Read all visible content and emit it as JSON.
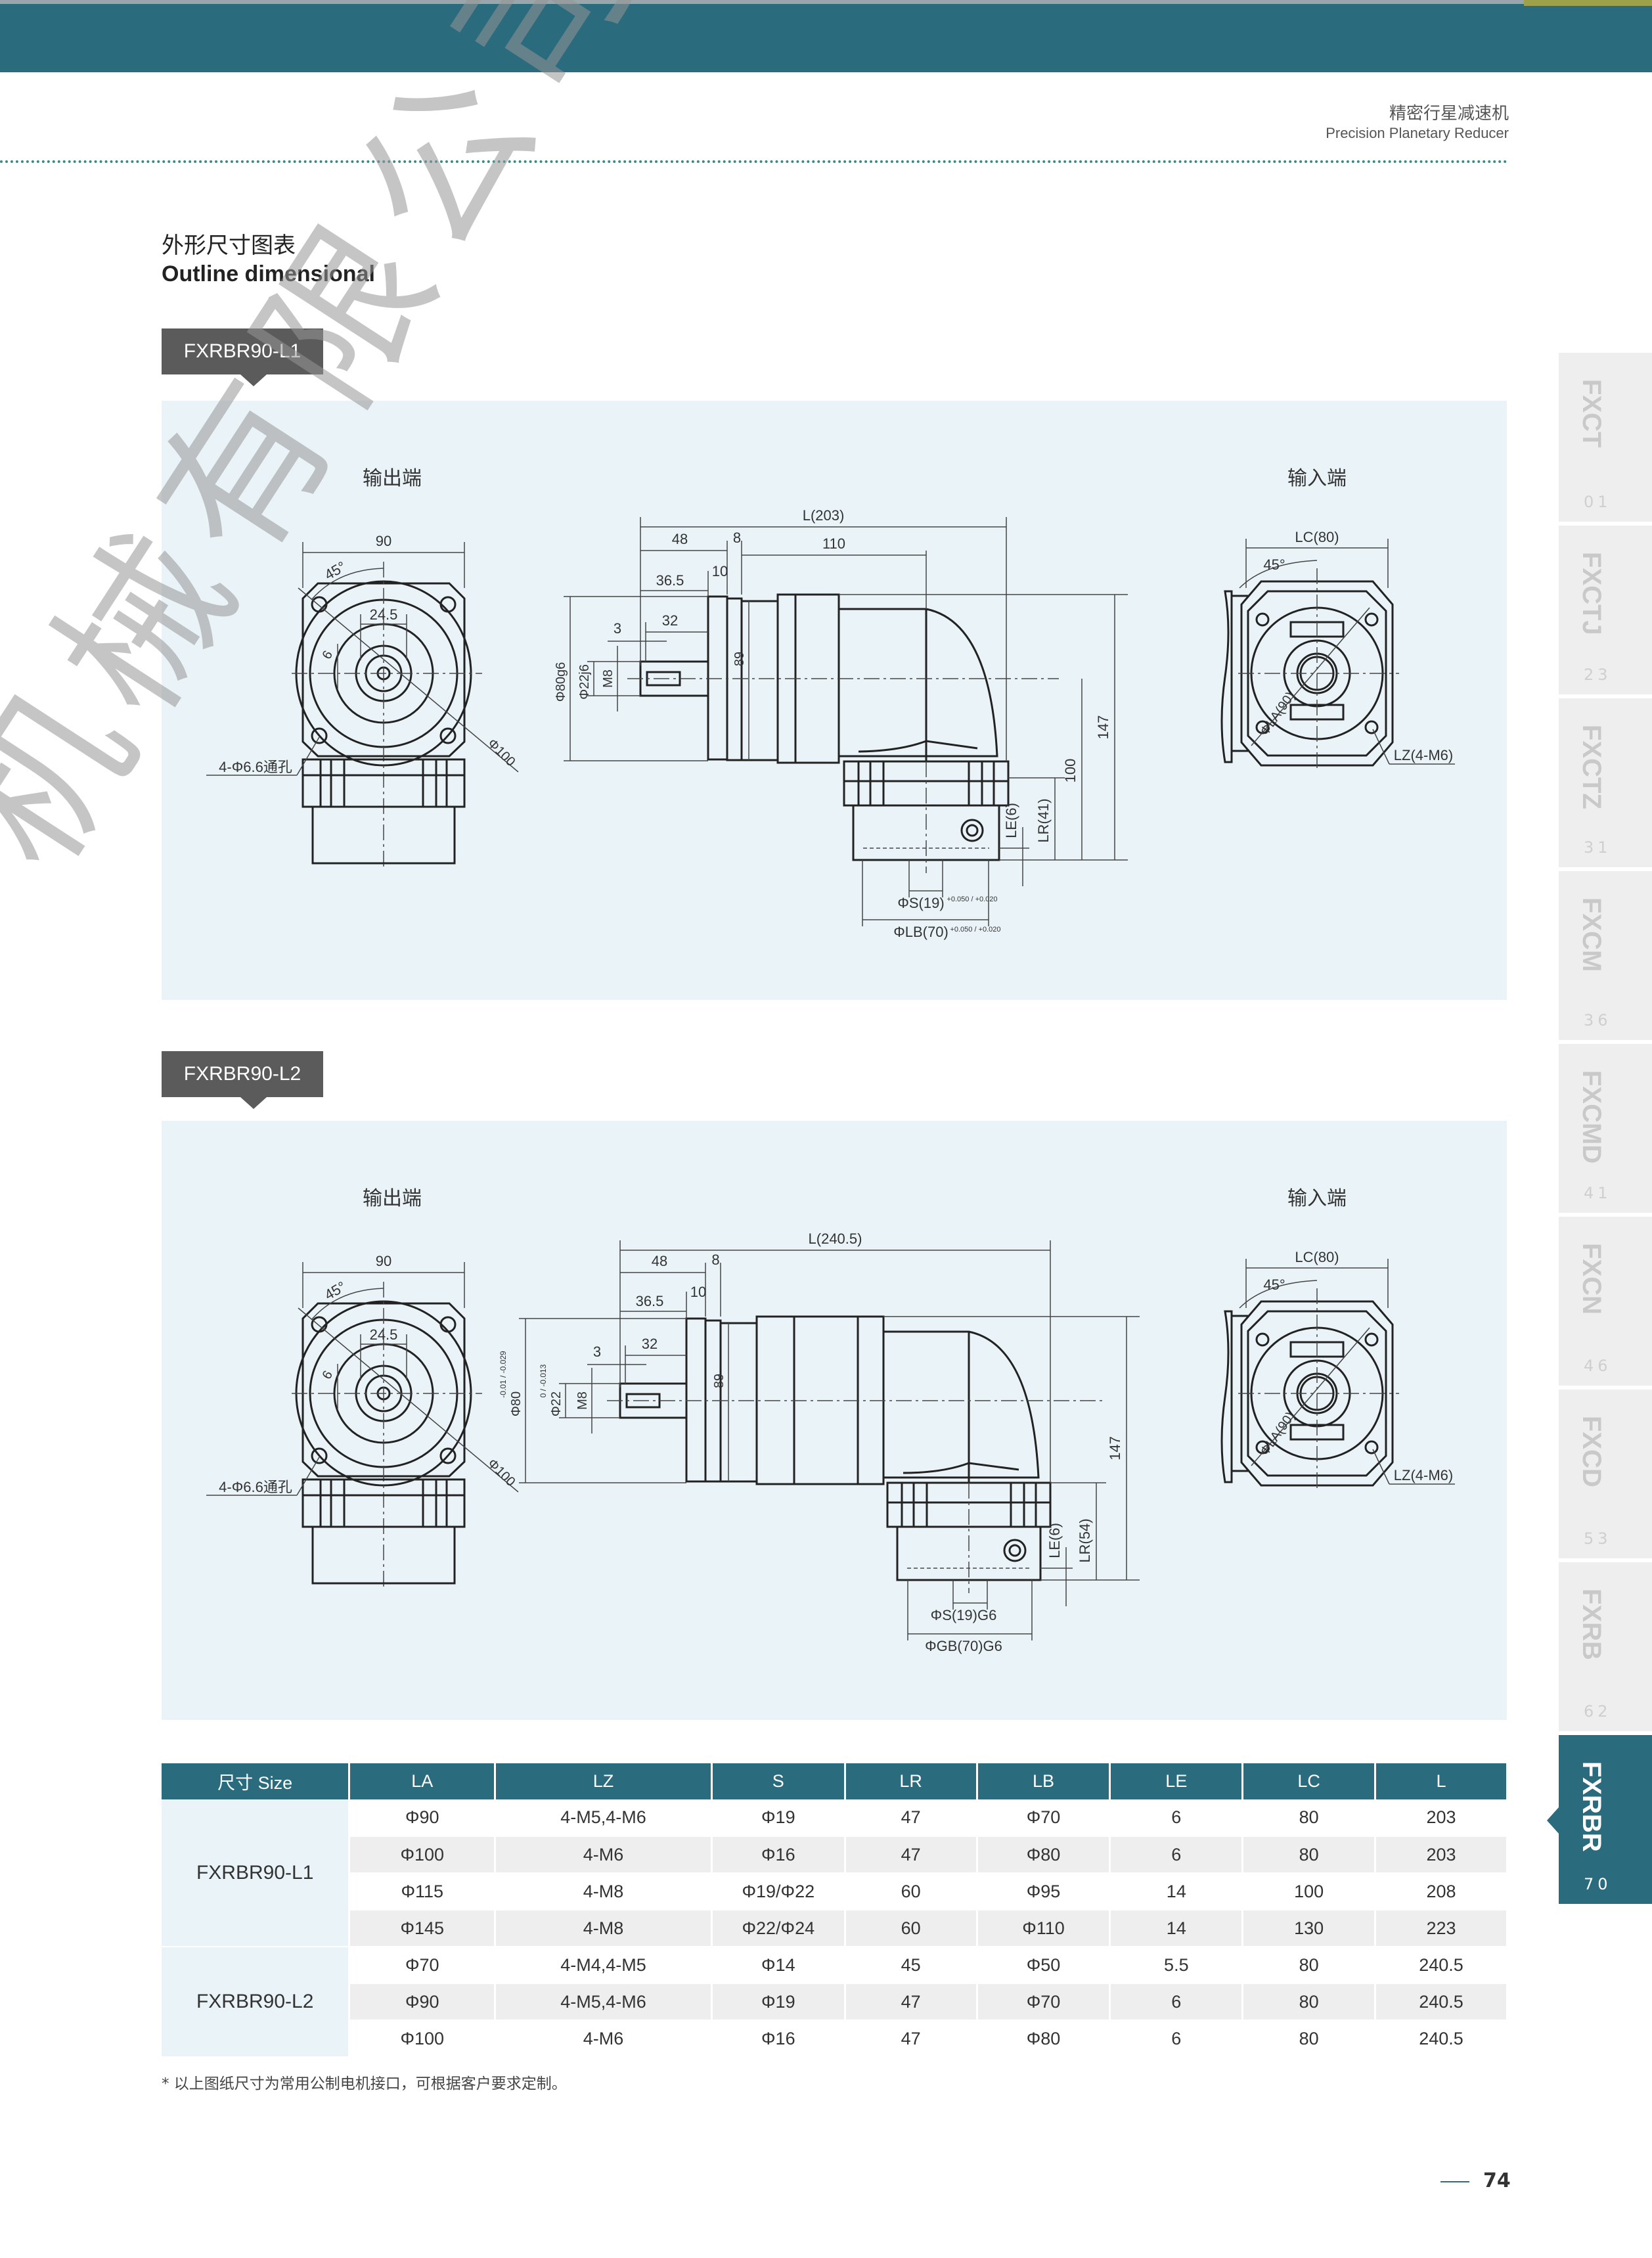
{
  "header": {
    "title_cn": "精密行星减速机",
    "title_en": "Precision Planetary Reducer"
  },
  "section": {
    "title_cn": "外形尺寸图表",
    "title_en": "Outline dimensional"
  },
  "watermark": "机械有限公司",
  "panels": [
    {
      "tag": "FXRBR90-L1",
      "output_label": "输出端",
      "input_label": "输入端",
      "front": {
        "w": "90",
        "angle": "45°",
        "d245": "24.5",
        "d6": "6",
        "holes": "4-Φ6.6通孔",
        "pcd": "Φ100"
      },
      "side": {
        "L": "L(203)",
        "d48": "48",
        "d8": "8",
        "d110": "110",
        "d365": "36.5",
        "d10": "10",
        "d32": "32",
        "d3": "3",
        "phi80": "Φ80g6",
        "phi80_tol": "",
        "phi22": "Φ22j6",
        "phi22_tol": "",
        "m8": "M8",
        "d89": "89",
        "d147": "147",
        "d100": "100",
        "LR": "LR(41)",
        "LE": "LE(6)",
        "S": "ΦS(19)",
        "S_tol": "+0.050 / +0.020",
        "LB": "ΦLB(70)",
        "LB_tol": "+0.050 / +0.020"
      },
      "input": {
        "LC": "LC(80)",
        "angle": "45°",
        "LA": "ΦLA(90)",
        "LZ": "LZ(4-M6)"
      }
    },
    {
      "tag": "FXRBR90-L2",
      "output_label": "输出端",
      "input_label": "输入端",
      "front": {
        "w": "90",
        "angle": "45°",
        "d245": "24.5",
        "d6": "6",
        "holes": "4-Φ6.6通孔",
        "pcd": "Φ100"
      },
      "side": {
        "L": "L(240.5)",
        "d48": "48",
        "d8": "8",
        "d110": "",
        "d365": "36.5",
        "d10": "10",
        "d32": "32",
        "d3": "3",
        "phi80": "Φ80",
        "phi80_tol": "-0.01 / -0.029",
        "phi22": "Φ22",
        "phi22_tol": "0 / -0.013",
        "m8": "M8",
        "d89": "89",
        "d147": "147",
        "d100": "",
        "LR": "LR(54)",
        "LE": "LE(6)",
        "S": "ΦS(19)G6",
        "S_tol": "",
        "LB": "ΦGB(70)G6",
        "LB_tol": ""
      },
      "input": {
        "LC": "LC(80)",
        "angle": "45°",
        "LA": "ΦLA(90)",
        "LZ": "LZ(4-M6)"
      }
    }
  ],
  "table": {
    "headers": [
      "尺寸 Size",
      "LA",
      "LZ",
      "S",
      "LR",
      "LB",
      "LE",
      "LC",
      "L"
    ],
    "groups": [
      {
        "model": "FXRBR90-L1",
        "rows": [
          [
            "Φ90",
            "4-M5,4-M6",
            "Φ19",
            "47",
            "Φ70",
            "6",
            "80",
            "203"
          ],
          [
            "Φ100",
            "4-M6",
            "Φ16",
            "47",
            "Φ80",
            "6",
            "80",
            "203"
          ],
          [
            "Φ115",
            "4-M8",
            "Φ19/Φ22",
            "60",
            "Φ95",
            "14",
            "100",
            "208"
          ],
          [
            "Φ145",
            "4-M8",
            "Φ22/Φ24",
            "60",
            "Φ110",
            "14",
            "130",
            "223"
          ]
        ]
      },
      {
        "model": "FXRBR90-L2",
        "rows": [
          [
            "Φ70",
            "4-M4,4-M5",
            "Φ14",
            "45",
            "Φ50",
            "5.5",
            "80",
            "240.5"
          ],
          [
            "Φ90",
            "4-M5,4-M6",
            "Φ19",
            "47",
            "Φ70",
            "6",
            "80",
            "240.5"
          ],
          [
            "Φ100",
            "4-M6",
            "Φ16",
            "47",
            "Φ80",
            "6",
            "80",
            "240.5"
          ]
        ]
      }
    ]
  },
  "footnote": "* 以上图纸尺寸为常用公制电机接口，可根据客户要求定制。",
  "page_number": "74",
  "sidebar": [
    {
      "label": "FXCT",
      "page": "01",
      "active": false
    },
    {
      "label": "FXCTJ",
      "page": "23",
      "active": false
    },
    {
      "label": "FXCTZ",
      "page": "31",
      "active": false
    },
    {
      "label": "FXCM",
      "page": "36",
      "active": false
    },
    {
      "label": "FXCMD",
      "page": "41",
      "active": false
    },
    {
      "label": "FXCN",
      "page": "46",
      "active": false
    },
    {
      "label": "FXCD",
      "page": "53",
      "active": false
    },
    {
      "label": "FXRB",
      "page": "62",
      "active": false
    },
    {
      "label": "FXRBR",
      "page": "70",
      "active": true
    }
  ],
  "colors": {
    "brand": "#2b6b7e",
    "panel": "#eaf4f8",
    "tag": "#5b5b5b"
  }
}
